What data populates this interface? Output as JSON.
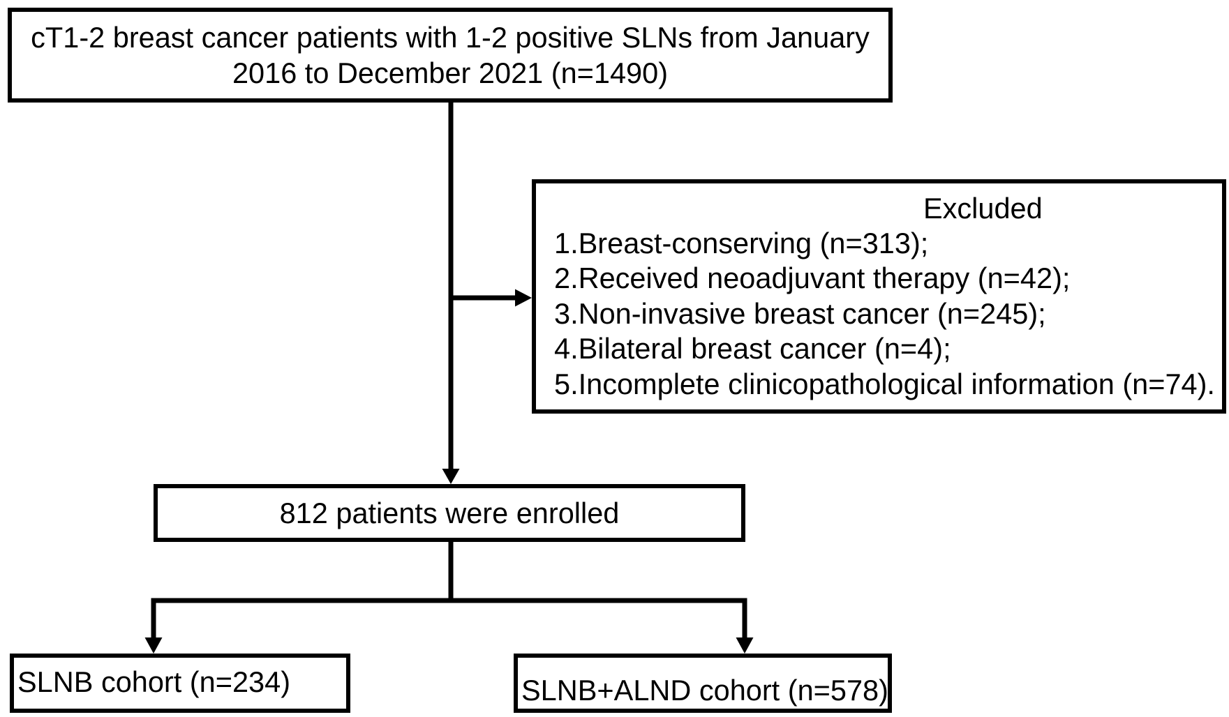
{
  "colors": {
    "line": "#000000",
    "text": "#000000",
    "background": "#ffffff"
  },
  "source_box": {
    "lines": [
      "cT1-2 breast cancer patients with 1-2 positive SLNs from January",
      "2016 to December 2021 (n=1490)"
    ]
  },
  "excluded_box": {
    "title": "Excluded",
    "items": [
      "1.Breast-conserving (n=313);",
      "2.Received neoadjuvant therapy (n=42);",
      "3.Non-invasive breast cancer (n=245);",
      "4.Bilateral breast cancer (n=4);",
      "5.Incomplete clinicopathological information (n=74)."
    ]
  },
  "enrolled_box": {
    "text": "812 patients were enrolled"
  },
  "cohorts": [
    {
      "label": "SLNB cohort (n=234)"
    },
    {
      "label": "SLNB+ALND cohort (n=578)"
    }
  ]
}
